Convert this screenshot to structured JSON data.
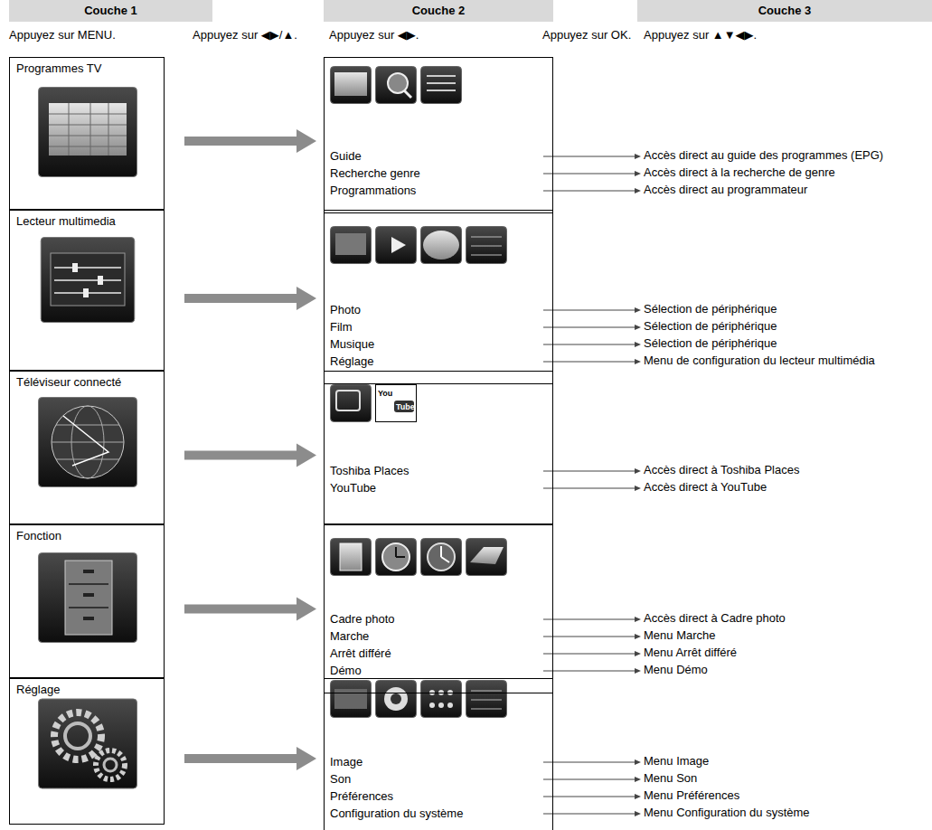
{
  "diagram": {
    "nodes": [
      {
        "text": [
          "Couche 1"
        ]
      },
      {
        "text": [
          "Couche 2"
        ]
      },
      {
        "text": [
          "Couche 3"
        ]
      },
      {
        "text": [
          "Programmes TV"
        ]
      },
      {
        "text": []
      },
      {
        "text": [
          "Guide"
        ],
        "in": 4
      },
      {
        "text": [
          "Recherche genre"
        ],
        "in": 4
      },
      {
        "text": [
          "Programmations"
        ],
        "in": 4
      },
      {
        "text": [
          "Accès direct au guide des programmes (EPG)"
        ]
      },
      {
        "text": [
          "Accès direct à la recherche de genre"
        ]
      },
      {
        "text": [
          "Accès direct au programmateur"
        ]
      },
      {
        "text": [
          "Lecteur multimedia"
        ]
      },
      {
        "text": []
      },
      {
        "text": [
          "Photo"
        ],
        "in": 12
      },
      {
        "text": [
          "Film"
        ],
        "in": 12
      },
      {
        "text": [
          "Musique"
        ],
        "in": 12
      },
      {
        "text": [
          "Réglage"
        ],
        "in": 12
      },
      {
        "text": [
          "Sélection de périphérique"
        ]
      },
      {
        "text": [
          "Sélection de périphérique"
        ]
      },
      {
        "text": [
          "Sélection de périphérique"
        ]
      },
      {
        "text": [
          "Menu de configuration du lecteur multimédia"
        ]
      },
      {
        "text": [
          "Téléviseur connecté"
        ]
      },
      {
        "text": []
      },
      {
        "text": [
          "Toshiba Places"
        ],
        "in": 22
      },
      {
        "text": [
          "YouTube"
        ],
        "in": 22
      },
      {
        "text": [
          "Accès direct à Toshiba Places"
        ]
      },
      {
        "text": [
          "Accès direct à YouTube"
        ]
      },
      {
        "text": [
          "Fonction"
        ]
      },
      {
        "text": []
      },
      {
        "text": [
          "Cadre photo"
        ],
        "in": 28
      },
      {
        "text": [
          "Marche"
        ],
        "in": 28
      },
      {
        "text": [
          "Arrêt différé"
        ],
        "in": 28
      },
      {
        "text": [
          "Démo"
        ],
        "in": 28
      },
      {
        "text": [
          "Accès direct à Cadre photo"
        ]
      },
      {
        "text": [
          "Menu Marche"
        ]
      },
      {
        "text": [
          "Menu Arrêt différé"
        ]
      },
      {
        "text": [
          "Menu Démo"
        ]
      },
      {
        "text": [
          "Réglage"
        ]
      },
      {
        "text": []
      },
      {
        "text": [
          "Image"
        ],
        "in": 38
      },
      {
        "text": [
          "Son"
        ],
        "in": 38
      },
      {
        "text": [
          "Préférences"
        ],
        "in": 38
      },
      {
        "text": [
          "Configuration du système"
        ],
        "in": 38
      },
      {
        "text": [
          "Menu Image"
        ]
      },
      {
        "text": [
          "Menu Son"
        ]
      },
      {
        "text": [
          "Menu Préférences"
        ]
      },
      {
        "text": [
          "Menu Configuration du système"
        ]
      }
    ],
    "edges": [
      {
        "from": 3,
        "to": 4,
        "arrow": "to"
      },
      {
        "from": 5,
        "to": 8,
        "arrow": "to"
      },
      {
        "from": 6,
        "to": 9,
        "arrow": "to"
      },
      {
        "from": 7,
        "to": 10,
        "arrow": "to"
      },
      {
        "from": 11,
        "to": 12,
        "arrow": "to"
      },
      {
        "from": 13,
        "to": 17,
        "arrow": "to"
      },
      {
        "from": 14,
        "to": 18,
        "arrow": "to"
      },
      {
        "from": 15,
        "to": 19,
        "arrow": "to"
      },
      {
        "from": 16,
        "to": 20,
        "arrow": "to"
      },
      {
        "from": 21,
        "to": 22,
        "arrow": "to"
      },
      {
        "from": 23,
        "to": 25,
        "arrow": "to"
      },
      {
        "from": 24,
        "to": 26,
        "arrow": "to"
      },
      {
        "from": 27,
        "to": 28,
        "arrow": "to"
      },
      {
        "from": 29,
        "to": 33,
        "arrow": "to"
      },
      {
        "from": 30,
        "to": 34,
        "arrow": "to"
      },
      {
        "from": 31,
        "to": 35,
        "arrow": "to"
      },
      {
        "from": 32,
        "to": 36,
        "arrow": "to"
      },
      {
        "from": 37,
        "to": 38,
        "arrow": "to"
      },
      {
        "from": 39,
        "to": 43,
        "arrow": "to"
      },
      {
        "from": 40,
        "to": 44,
        "arrow": "to"
      },
      {
        "from": 41,
        "to": 45,
        "arrow": "to"
      },
      {
        "from": 42,
        "to": 46,
        "arrow": "to"
      }
    ],
    "labels": [
      "Appuyez sur MENU.",
      "Appuyez sur ◀▶/▲.",
      "Appuyez sur ◀▶.",
      "Appuyez sur OK.",
      "Appuyez sur ▲▼◀▶.",
      "You",
      "Tube"
    ]
  }
}
